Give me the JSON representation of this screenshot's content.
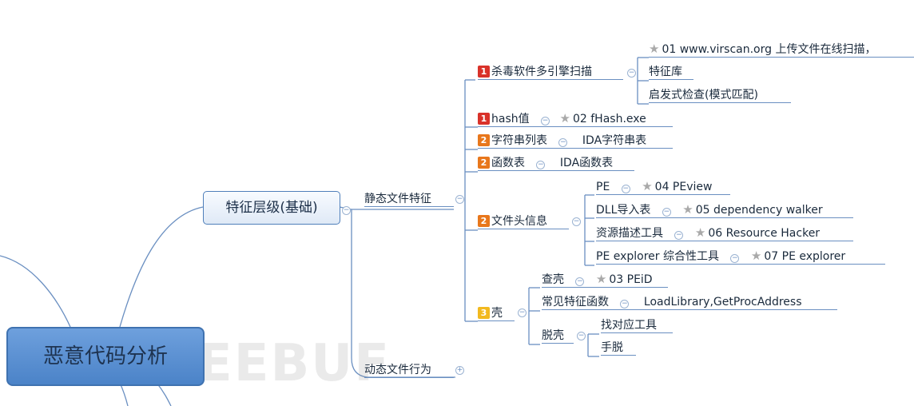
{
  "root": {
    "label": "恶意代码分析"
  },
  "watermark": {
    "text": "FREEBUF"
  },
  "level1": {
    "label": "特征层级(基础)"
  },
  "static": {
    "label": "静态文件特征",
    "av_scan": {
      "priority": "1",
      "label": "杀毒软件多引擎扫描",
      "children": [
        "01 www.virscan.org 上传文件在线扫描，",
        "特征库",
        "启发式检查(模式匹配)"
      ]
    },
    "hash": {
      "priority": "1",
      "label": "hash值",
      "tool": "02 fHash.exe"
    },
    "strings": {
      "priority": "2",
      "label": "字符串列表",
      "tool": "IDA字符串表"
    },
    "functions": {
      "priority": "2",
      "label": "函数表",
      "tool": "IDA函数表"
    },
    "header": {
      "priority": "2",
      "label": "文件头信息",
      "items": [
        {
          "label": "PE",
          "tool": "04 PEview"
        },
        {
          "label": "DLL导入表",
          "tool": "05 dependency walker"
        },
        {
          "label": "资源描述工具",
          "tool": "06 Resource Hacker"
        },
        {
          "label": "PE explorer 综合性工具",
          "tool": "07 PE explorer"
        }
      ]
    },
    "shell": {
      "priority": "3",
      "label": "壳",
      "check": {
        "label": "查壳",
        "tool": "03 PEiD"
      },
      "common": {
        "label": "常见特征函数",
        "value": "LoadLibrary,GetProcAddress"
      },
      "unpack": {
        "label": "脱壳",
        "children": [
          "找对应工具",
          "手脱"
        ]
      }
    }
  },
  "dynamic": {
    "label": "动态文件行为"
  },
  "colors": {
    "line": "#6a8fc1",
    "root_fill": "#5b8fd2",
    "p1": "#d9322a",
    "p2": "#e8771c",
    "p3": "#f2b91f"
  }
}
